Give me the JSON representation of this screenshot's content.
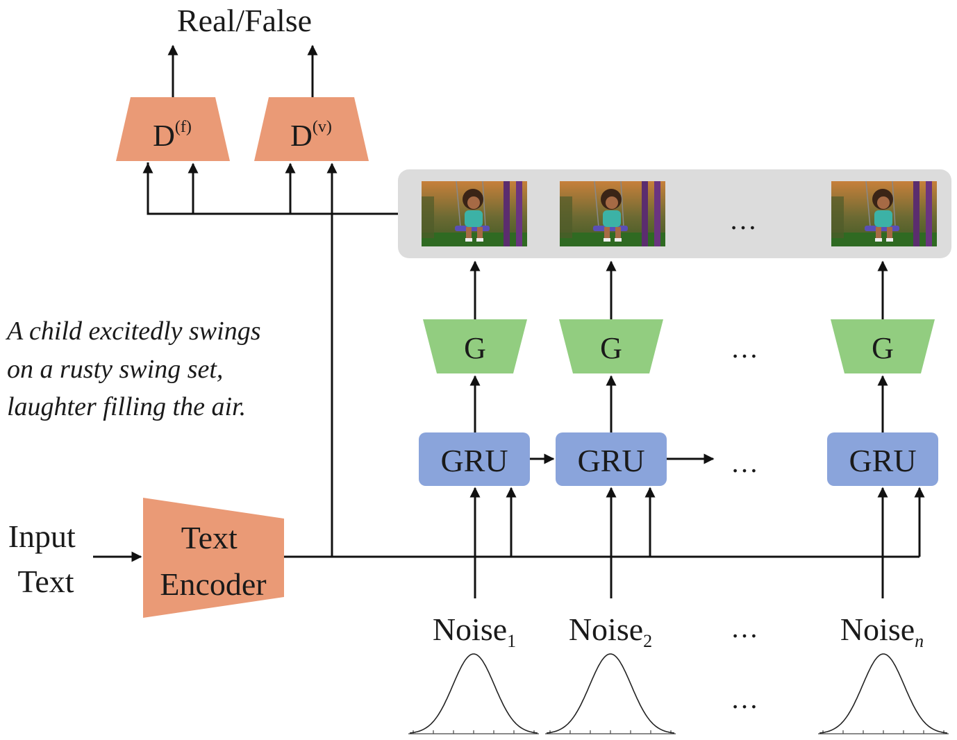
{
  "output_label": "Real/False",
  "discriminators": [
    {
      "base": "D",
      "sup": "(f)"
    },
    {
      "base": "D",
      "sup": "(v)"
    }
  ],
  "prompt_lines": [
    "A child excitedly swings",
    "on a rusty swing set,",
    "laughter filling the air."
  ],
  "input_text_lines": [
    "Input",
    "Text"
  ],
  "text_encoder_lines": [
    "Text",
    "Encoder"
  ],
  "generator_label": "G",
  "gru_label": "GRU",
  "ellipsis": "…",
  "noise": [
    {
      "base": "Noise",
      "sub": "1"
    },
    {
      "base": "Noise",
      "sub": "2"
    },
    {
      "base": "Noise",
      "sub": "n"
    }
  ],
  "frame_icon": "child-on-swing-image",
  "colors": {
    "discriminator": "#EA9A76",
    "generator": "#92CD80",
    "gru": "#8AA4DB",
    "frame_strip": "#DCDCDC"
  }
}
